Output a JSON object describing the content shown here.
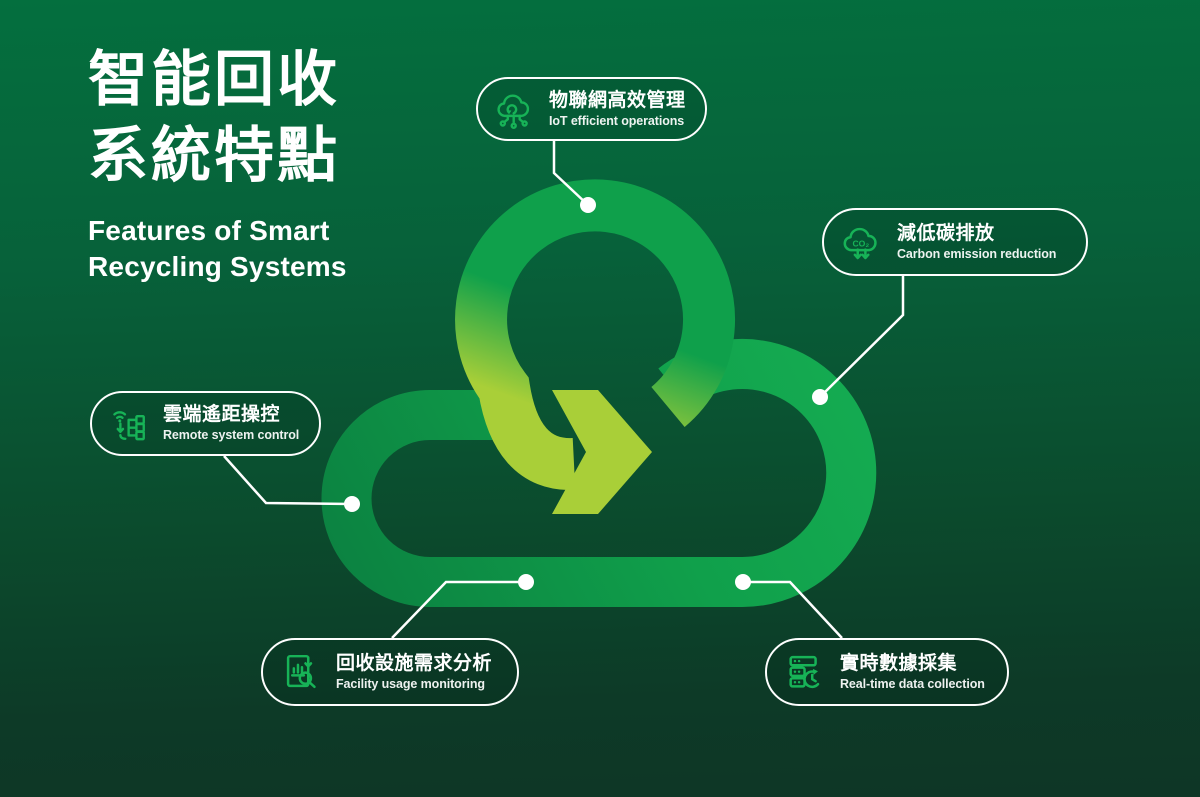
{
  "title": {
    "zh_line1": "智能回收",
    "zh_line2": "系統特點",
    "en_line1": "Features of Smart",
    "en_line2": "Recycling Systems"
  },
  "features": [
    {
      "zh": "物聯網高效管理",
      "en": "IoT efficient operations",
      "icon": "iot-cloud-network"
    },
    {
      "zh": "減低碳排放",
      "en": "Carbon emission reduction",
      "icon": "co2-cloud-arrows-down",
      "icon_label": "CO₂"
    },
    {
      "zh": "雲端遙距操控",
      "en": "Remote system control",
      "icon": "wifi-network-tree"
    },
    {
      "zh": "回收設施需求分析",
      "en": "Facility usage monitoring",
      "icon": "report-chart-magnifier"
    },
    {
      "zh": "實時數據採集",
      "en": "Real-time data collection",
      "icon": "server-sync-clock"
    }
  ],
  "colors": {
    "background_top": "#046F3E",
    "background_bottom": "#0E3626",
    "cloud_green_dark": "#0B7F40",
    "cloud_green_bright": "#16AE53",
    "arrow_lime": "#A9CF38",
    "icon_green": "#17B357",
    "text_white": "#FFFFFF"
  }
}
